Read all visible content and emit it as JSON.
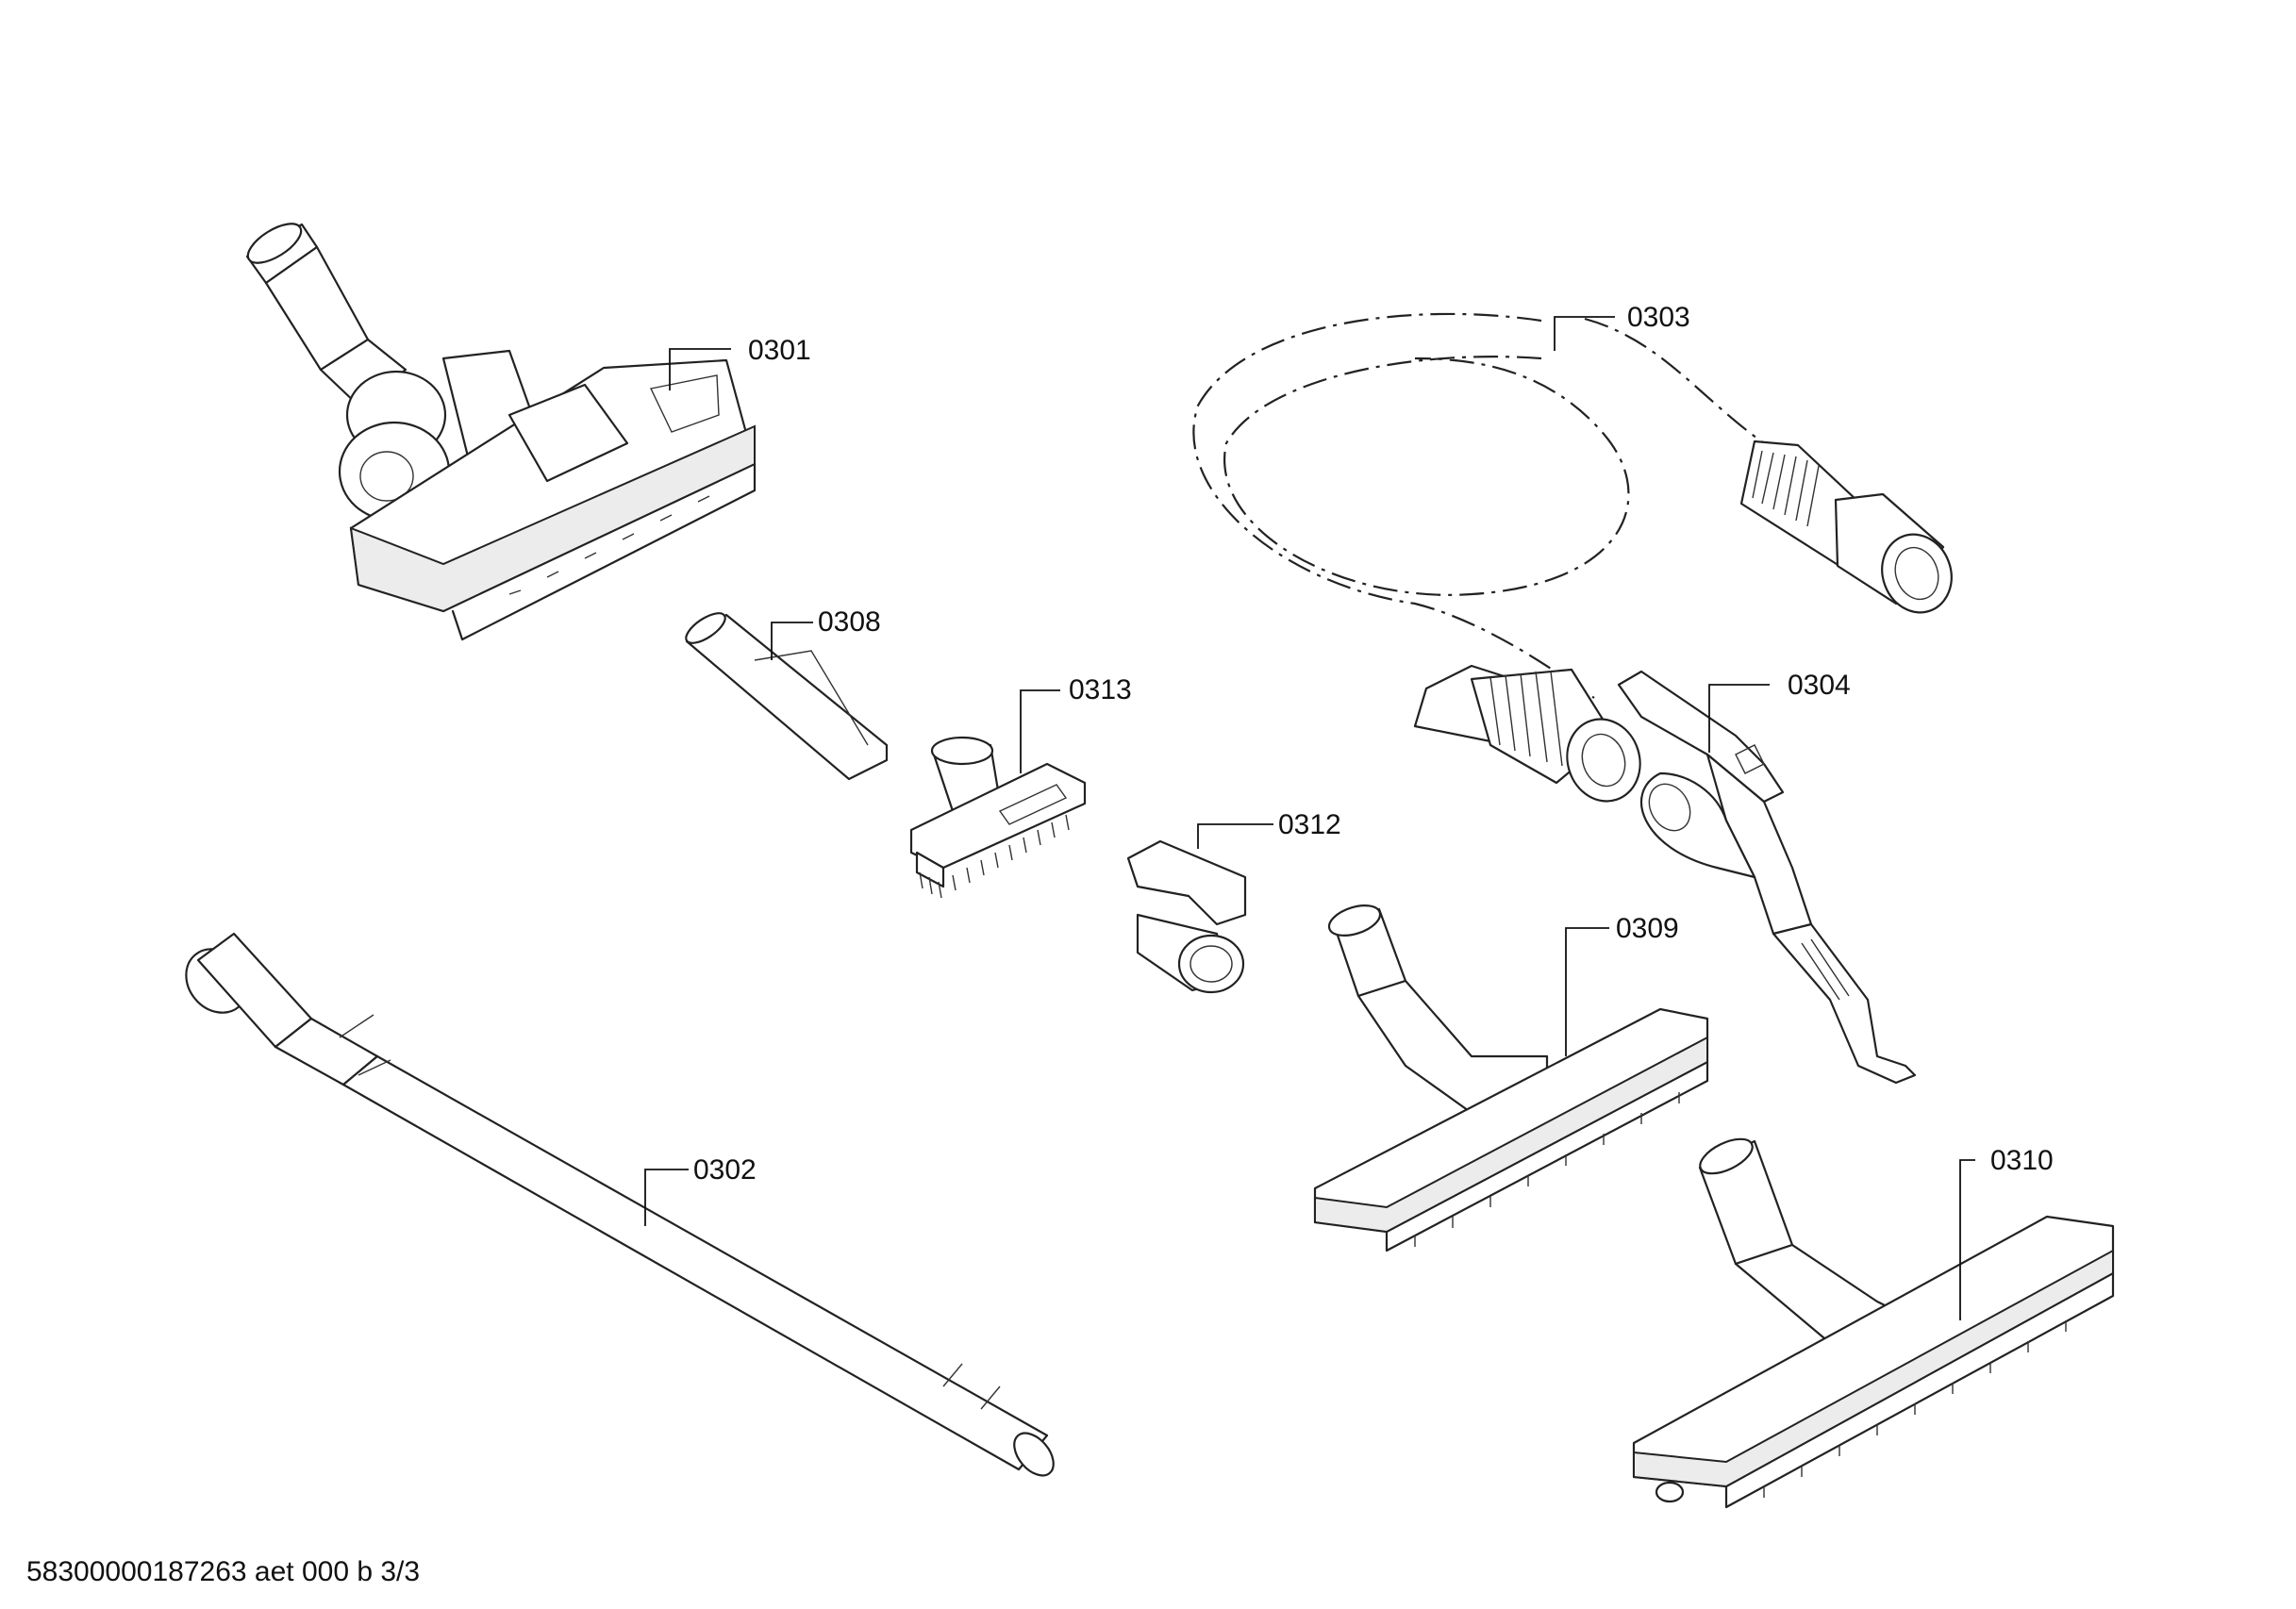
{
  "parts": [
    {
      "id": "0301",
      "icon": "floor-nozzle-turbo-icon"
    },
    {
      "id": "0302",
      "icon": "telescopic-tube-icon"
    },
    {
      "id": "0303",
      "icon": "suction-hose-icon"
    },
    {
      "id": "0304",
      "icon": "hose-handle-icon"
    },
    {
      "id": "0308",
      "icon": "crevice-nozzle-icon"
    },
    {
      "id": "0309",
      "icon": "hard-floor-nozzle-icon"
    },
    {
      "id": "0310",
      "icon": "parquet-nozzle-icon"
    },
    {
      "id": "0312",
      "icon": "accessory-clip-icon"
    },
    {
      "id": "0313",
      "icon": "brush-nozzle-icon"
    }
  ],
  "footer": {
    "document_code": "58300000187263 aet 000 b 3/3"
  }
}
